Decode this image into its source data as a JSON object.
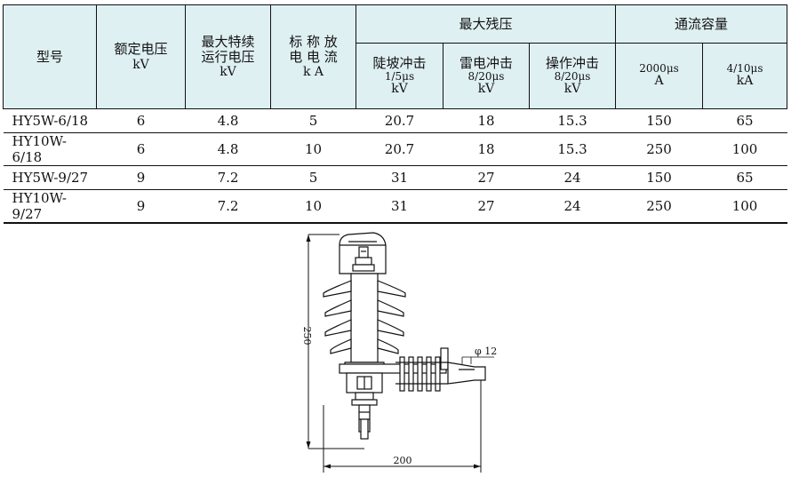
{
  "table": {
    "col_model": "型号",
    "col_rated_voltage": {
      "name": "额定电压",
      "unit": "kV"
    },
    "col_mcov": {
      "name1": "最大特续",
      "name2": "运行电压",
      "unit": "kV"
    },
    "col_nominal_current": {
      "name1": "标 称 放",
      "name2": "电 电 流",
      "unit": "k A"
    },
    "group_residual": "最大残压",
    "residual_steep": {
      "name": "陡坡冲击",
      "wave": "1/5μs",
      "unit": "kV"
    },
    "residual_lightning": {
      "name": "雷电冲击",
      "wave": "8/20μs",
      "unit": "kV"
    },
    "residual_switching": {
      "name": "操作冲击",
      "wave": "8/20μs",
      "unit": "kV"
    },
    "group_capacity": "通流容量",
    "capacity_2000": {
      "wave": "2000μs",
      "unit": "A"
    },
    "capacity_4_10": {
      "wave": "4/10μs",
      "unit": "kA"
    },
    "rows": [
      [
        "HY5W-6/18",
        "6",
        "4.8",
        "5",
        "20.7",
        "18",
        "15.3",
        "150",
        "65"
      ],
      [
        "HY10W-6/18",
        "6",
        "4.8",
        "10",
        "20.7",
        "18",
        "15.3",
        "250",
        "100"
      ],
      [
        "HY5W-9/27",
        "9",
        "7.2",
        "5",
        "31",
        "27",
        "24",
        "150",
        "65"
      ],
      [
        "HY10W-9/27",
        "9",
        "7.2",
        "10",
        "31",
        "27",
        "24",
        "250",
        "100"
      ]
    ]
  },
  "drawing": {
    "height_dim": "250",
    "width_dim": "200",
    "diameter_label": "φ 12"
  }
}
